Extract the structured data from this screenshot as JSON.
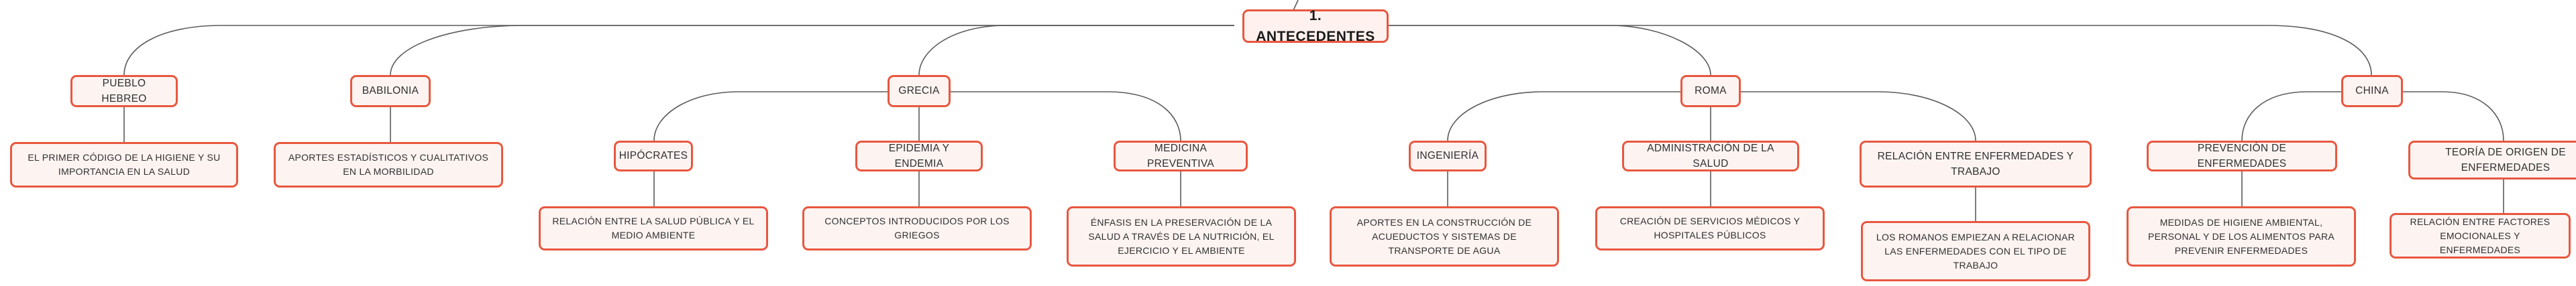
{
  "root": {
    "label": "1. ANTECEDENTES"
  },
  "pueblo_hebreo": {
    "label": "PUEBLO HEBREO",
    "detail": "EL PRIMER CÓDIGO DE LA HIGIENE Y SU IMPORTANCIA EN LA SALUD"
  },
  "babilonia": {
    "label": "BABILONIA",
    "detail": "APORTES ESTADÍSTICOS Y CUALITATIVOS EN LA MORBILIDAD"
  },
  "grecia": {
    "label": "GRECIA",
    "hipocrates": {
      "label": "HIPÓCRATES",
      "detail": "RELACIÓN ENTRE LA SALUD PÚBLICA Y EL MEDIO AMBIENTE"
    },
    "epidemia": {
      "label": "EPIDEMIA Y ENDEMIA",
      "detail": "CONCEPTOS INTRODUCIDOS POR LOS GRIEGOS"
    },
    "medicina": {
      "label": "MEDICINA PREVENTIVA",
      "detail": "ÉNFASIS EN LA PRESERVACIÓN DE LA SALUD A TRAVÉS DE LA NUTRICIÓN, EL EJERCICIO Y EL AMBIENTE"
    }
  },
  "roma": {
    "label": "ROMA",
    "ingenieria": {
      "label": "INGENIERÍA",
      "detail": "APORTES EN LA CONSTRUCCIÓN DE ACUEDUCTOS Y SISTEMAS DE TRANSPORTE DE AGUA"
    },
    "administracion": {
      "label": "ADMINISTRACIÓN DE LA SALUD",
      "detail": "CREACIÓN DE SERVICIOS MÉDICOS Y HOSPITALES PÚBLICOS"
    },
    "relacion": {
      "label": "RELACIÓN ENTRE ENFERMEDADES Y TRABAJO",
      "detail": "LOS ROMANOS EMPIEZAN A RELACIONAR LAS ENFERMEDADES CON EL TIPO DE TRABAJO"
    }
  },
  "china": {
    "label": "CHINA",
    "prevencion": {
      "label": "PREVENCIÓN DE ENFERMEDADES",
      "detail": "MEDIDAS DE HIGIENE AMBIENTAL, PERSONAL Y DE LOS ALIMENTOS PARA PREVENIR ENFERMEDADES"
    },
    "teoria": {
      "label": "TEORÍA DE ORIGEN DE ENFERMEDADES",
      "detail": "RELACIÓN ENTRE FACTORES EMOCIONALES Y ENFERMEDADES"
    }
  }
}
